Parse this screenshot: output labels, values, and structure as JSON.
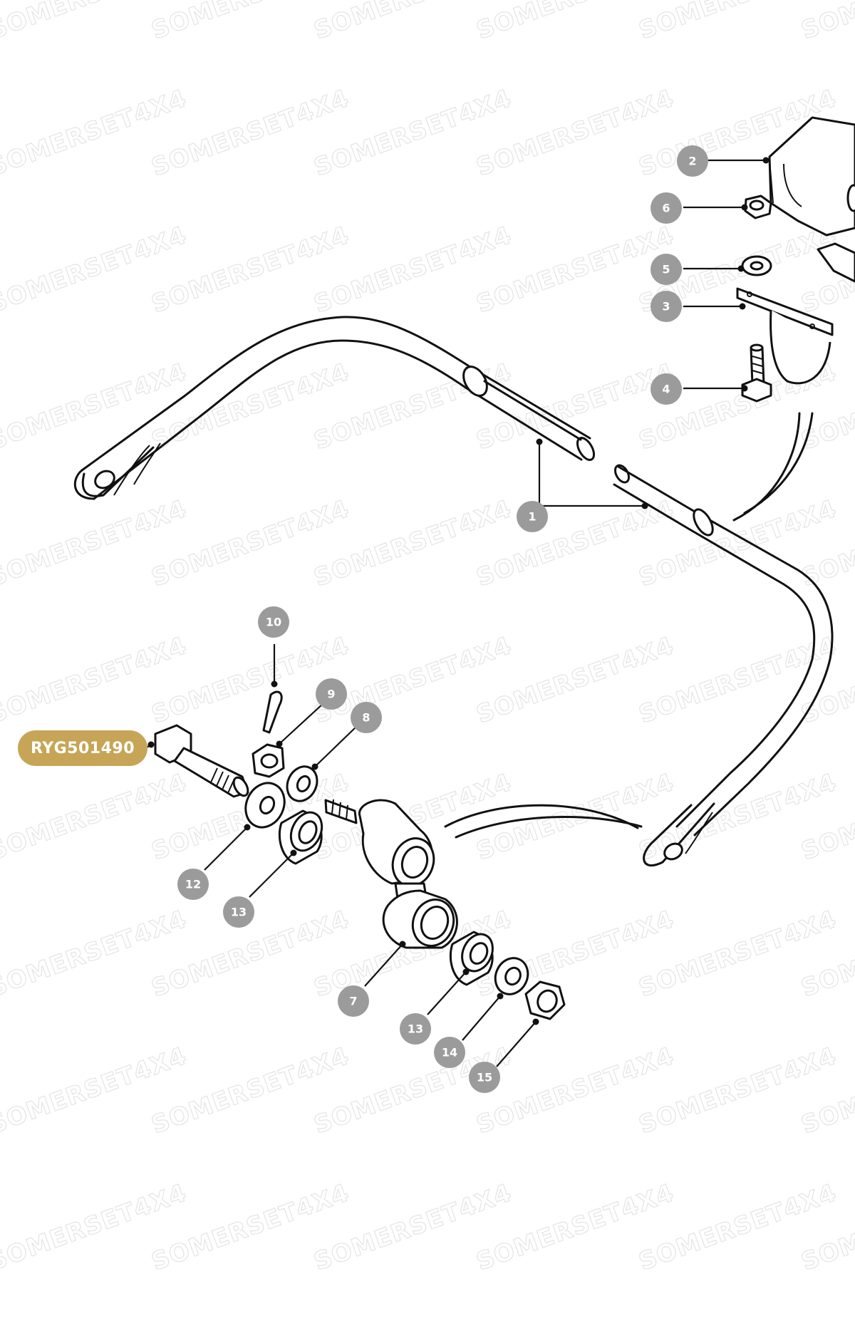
{
  "watermark": "SOMERSET4X4",
  "part_number": "RYG501490",
  "callouts": {
    "c1": "1",
    "c2": "2",
    "c3": "3",
    "c4": "4",
    "c5": "5",
    "c6": "6",
    "c7": "7",
    "c8": "8",
    "c9": "9",
    "c10": "10",
    "c12": "12",
    "c13a": "13",
    "c13b": "13",
    "c14": "14",
    "c15": "15"
  }
}
